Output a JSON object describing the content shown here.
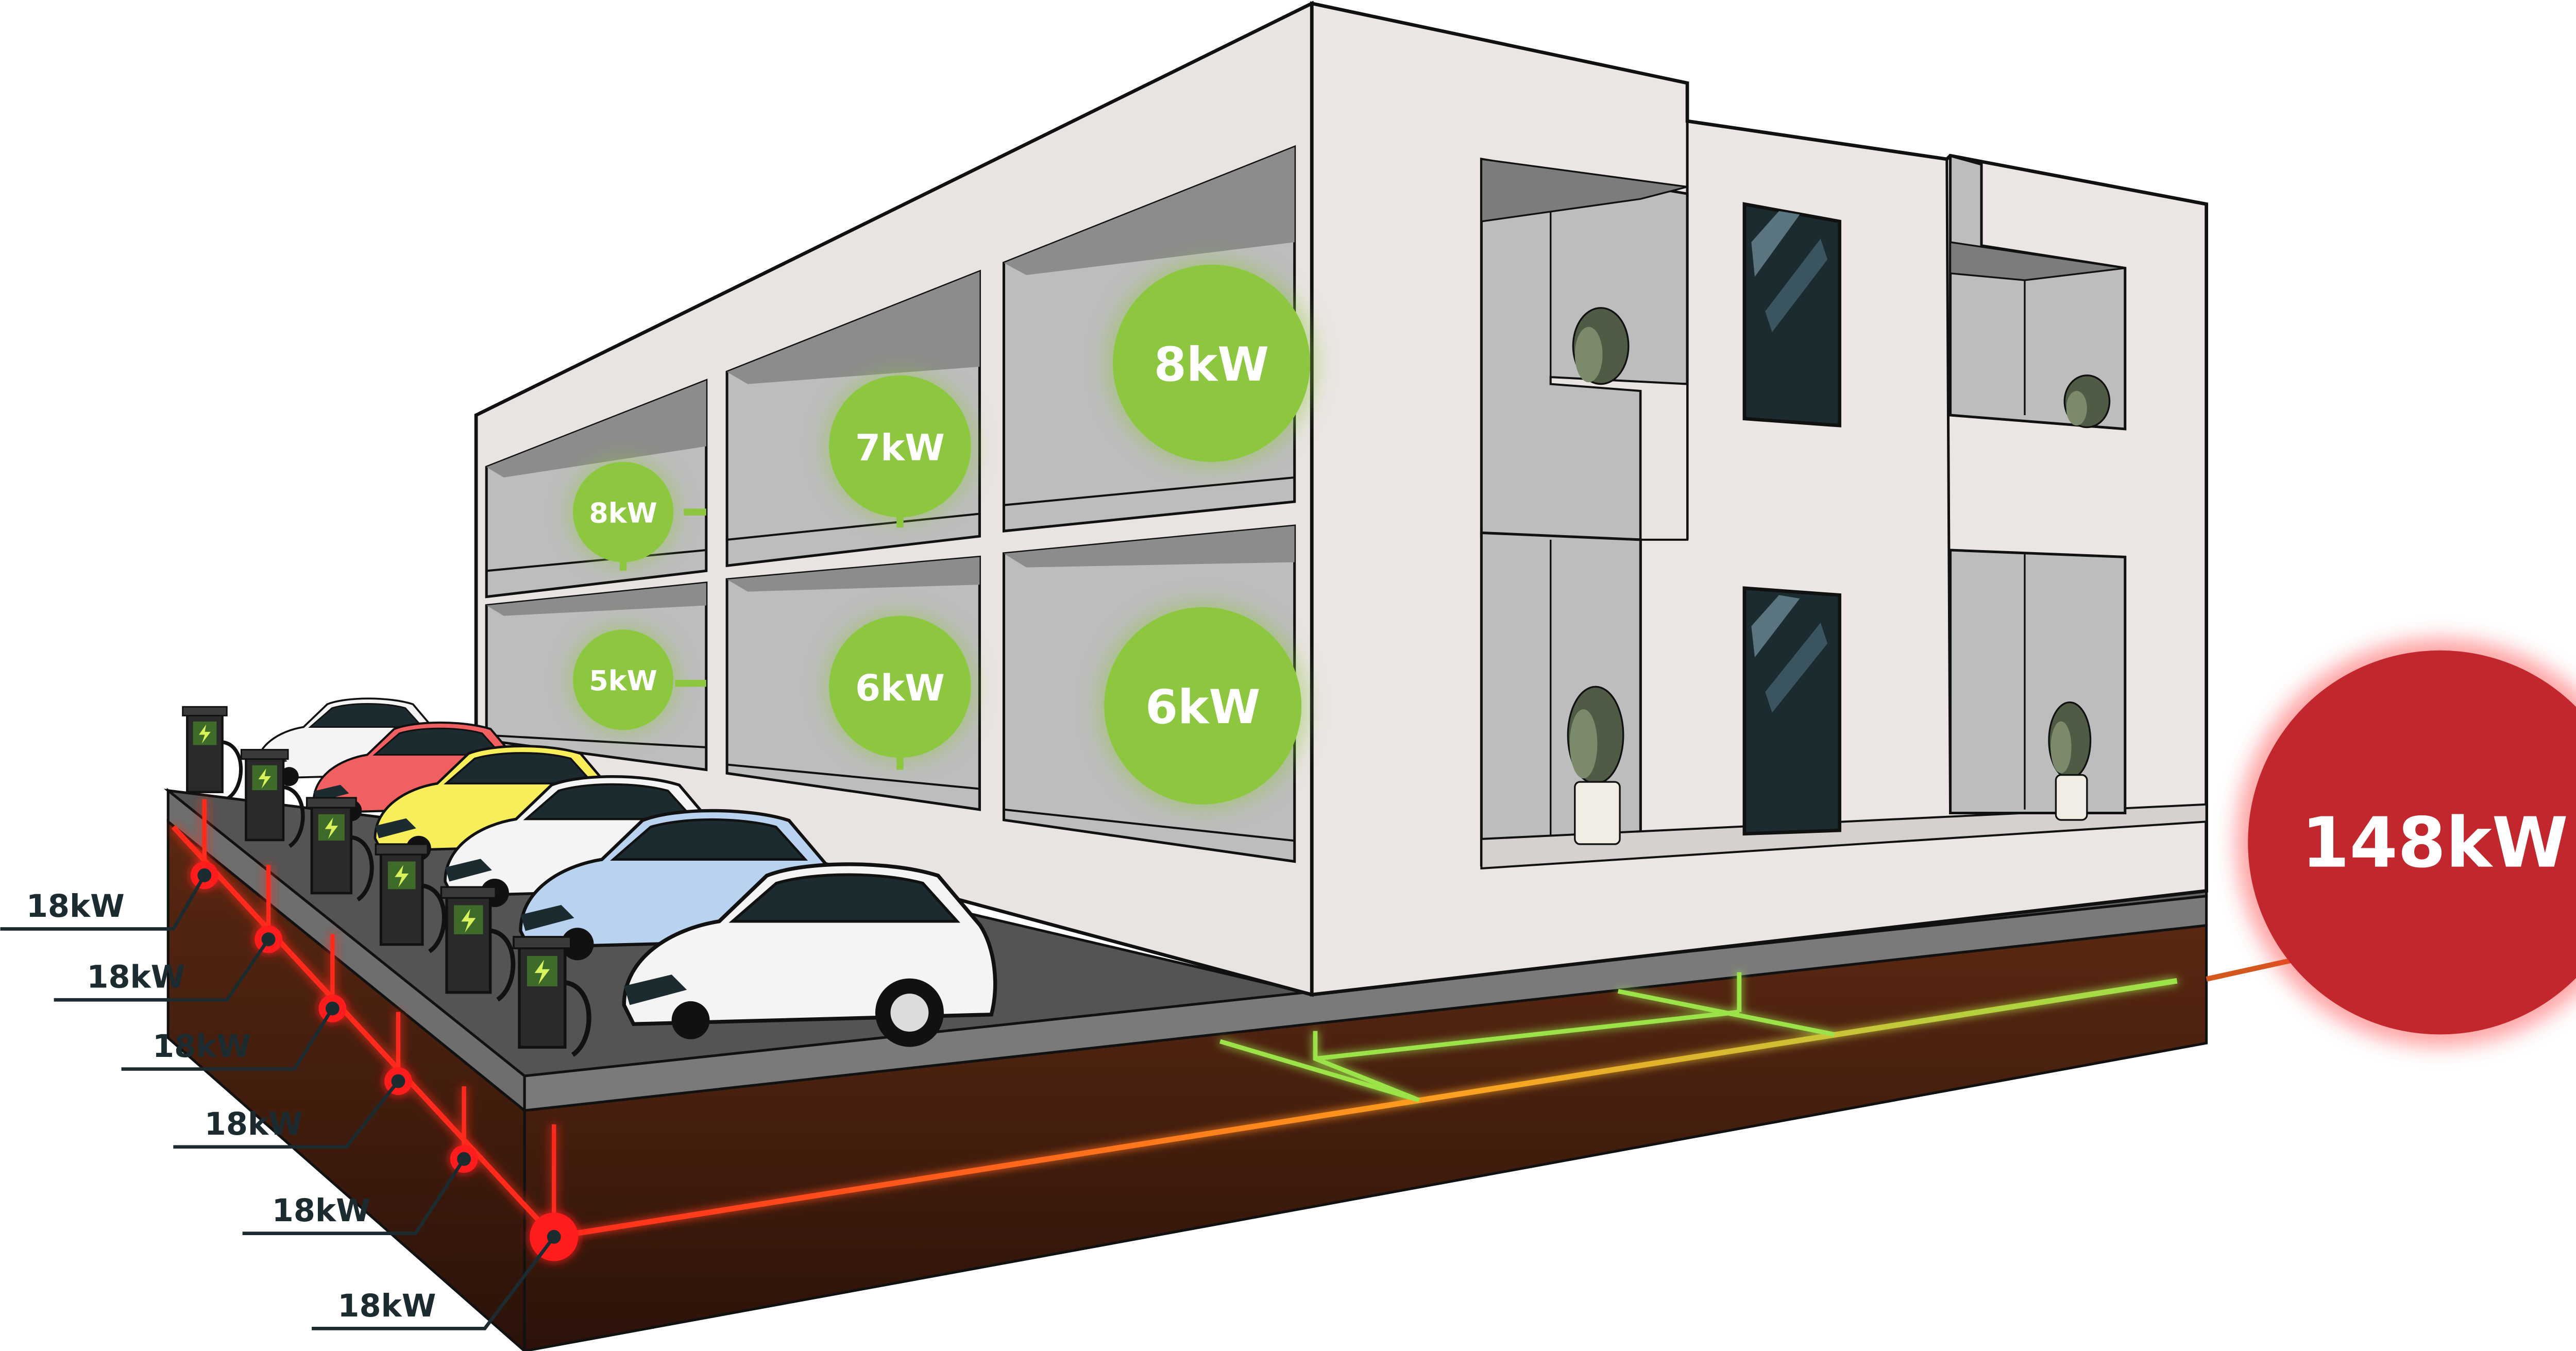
{
  "rooms": [
    {
      "id": "room-upper-left",
      "power": "8kW"
    },
    {
      "id": "room-upper-middle",
      "power": "7kW"
    },
    {
      "id": "room-upper-right",
      "power": "8kW"
    },
    {
      "id": "room-lower-left",
      "power": "5kW"
    },
    {
      "id": "room-lower-middle",
      "power": "6kW"
    },
    {
      "id": "room-lower-right",
      "power": "6kW"
    }
  ],
  "chargers": [
    {
      "power": "18kW"
    },
    {
      "power": "18kW"
    },
    {
      "power": "18kW"
    },
    {
      "power": "18kW"
    },
    {
      "power": "18kW"
    },
    {
      "power": "18kW"
    }
  ],
  "total": {
    "power": "148kW"
  },
  "colors": {
    "room_bubble": "#8dc63f",
    "total_bubble": "#c1272d",
    "ev_cable": "#ff1a1a",
    "building_cable": "#9be34a",
    "soil": "#3a1a0e",
    "facade": "#e9e4e2"
  },
  "icons": [
    "ev-charger-icon",
    "lightning-bolt-icon",
    "electric-car-icon",
    "potted-plant-icon"
  ]
}
